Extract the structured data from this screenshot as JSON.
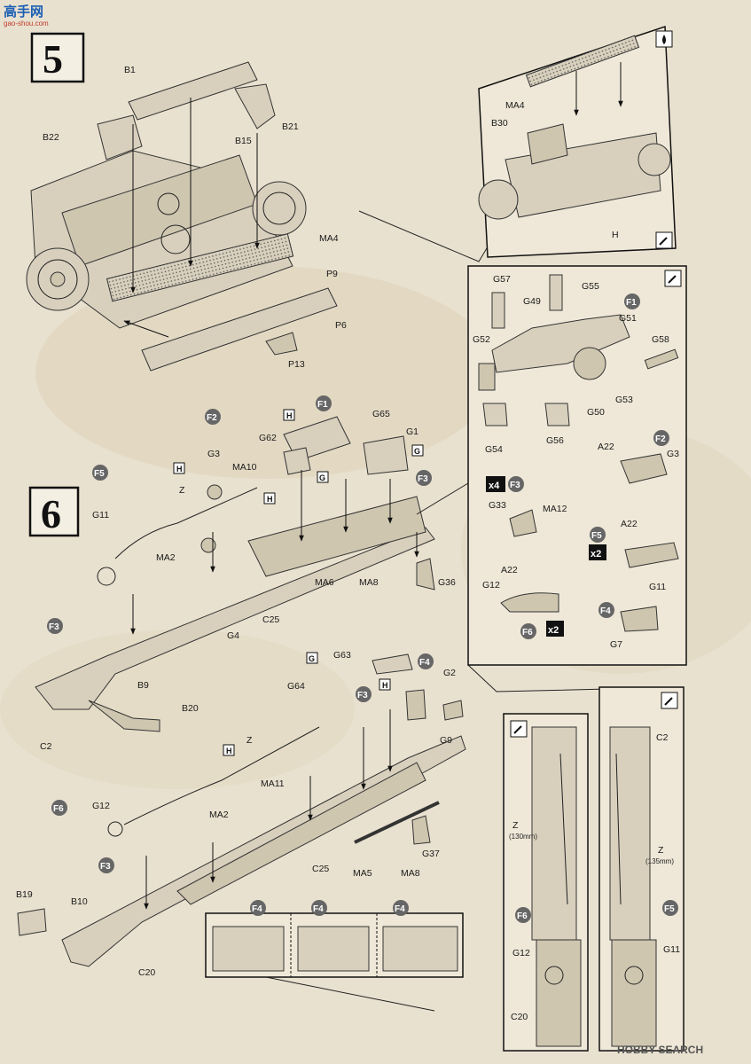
{
  "watermark": {
    "site_cn": "高手网",
    "site_url": "gao-shou.com"
  },
  "footer": {
    "text": "HOBBY SEARCH"
  },
  "steps": [
    {
      "number": "5"
    },
    {
      "number": "6"
    }
  ],
  "parts": {
    "B1": "B1",
    "B21": "B21",
    "B22": "B22",
    "B15": "B15",
    "MA4": "MA4",
    "P9": "P9",
    "P6": "P6",
    "P13": "P13",
    "B30": "B30",
    "H": "H",
    "G57": "G57",
    "G55": "G55",
    "G49": "G49",
    "G51": "G51",
    "G52": "G52",
    "G58": "G58",
    "G53": "G53",
    "G50": "G50",
    "G54": "G54",
    "G56": "G56",
    "A22": "A22",
    "G3": "G3",
    "G33": "G33",
    "MA12": "MA12",
    "G11": "G11",
    "G12": "G12",
    "G7": "G7",
    "G65": "G65",
    "G1": "G1",
    "G62": "G62",
    "MA10": "MA10",
    "Z": "Z",
    "MA2": "MA2",
    "G4": "G4",
    "C25": "C25",
    "MA6": "MA6",
    "MA8": "MA8",
    "G36": "G36",
    "B9": "B9",
    "B20": "B20",
    "C2": "C2",
    "G63": "G63",
    "G2": "G2",
    "G9": "G9",
    "G64": "G64",
    "MA11": "MA11",
    "G37": "G37",
    "MA5": "MA5",
    "B19": "B19",
    "B10": "B10",
    "C20": "C20",
    "Z130": "(130mm)",
    "Z135": "(135mm)"
  },
  "badges": {
    "F1": "F1",
    "F2": "F2",
    "F3": "F3",
    "F4": "F4",
    "F5": "F5",
    "F6": "F6"
  },
  "markers": {
    "H": "H",
    "G": "G"
  },
  "multipliers": {
    "x4": "x4",
    "x2": "x2"
  }
}
